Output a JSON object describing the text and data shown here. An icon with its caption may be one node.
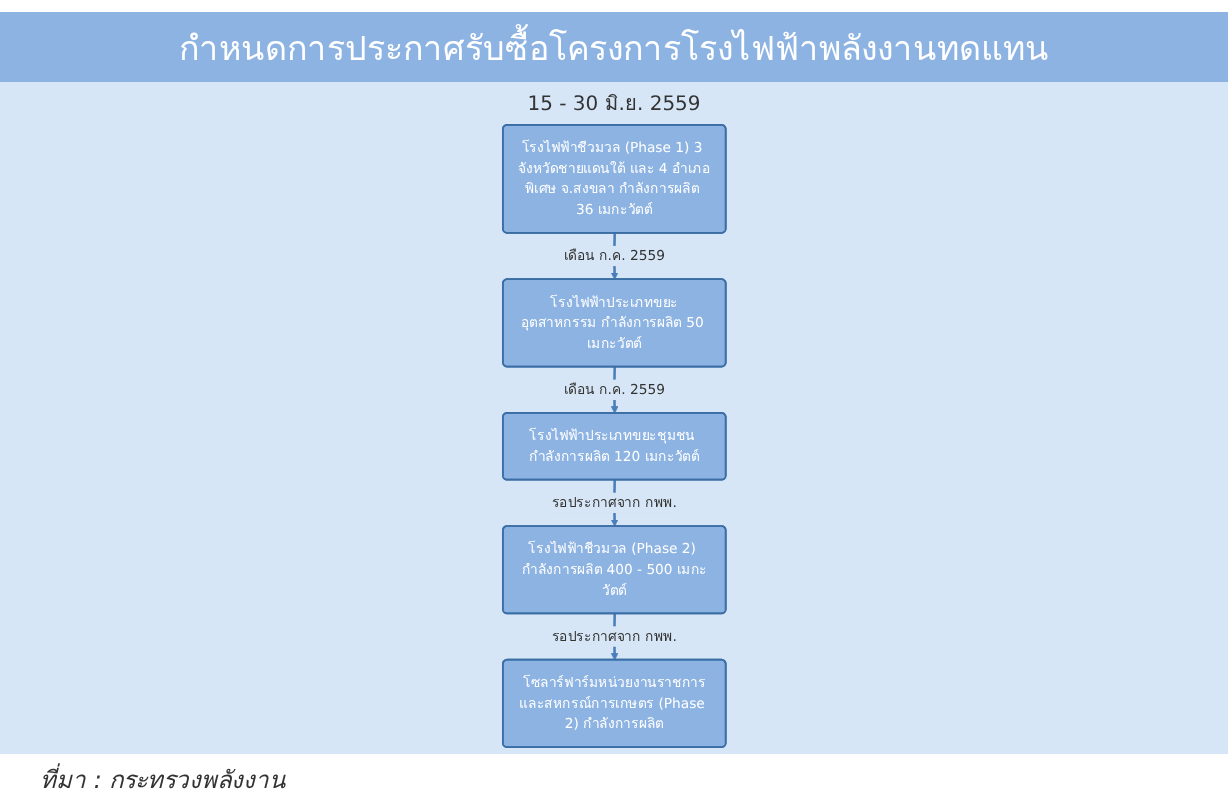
{
  "diagram": {
    "title": "กำหนดการประกาศรับซื้อโครงการโรงไฟฟ้าพลังงานทดแทน",
    "caption": "ที่มา : กระทรวงพลังงาน",
    "nodes": [
      {
        "text": [
          "โรงไฟฟ้าชีวมวล (Phase 1) 3 จังหวัดชายแดนใต้ และ 4 อำเภอพิเศษ จ.สงขลา กำลังการผลิต 36 เมกะวัตต์"
        ],
        "beside": [
          "15 - 30 มิ.ย. 2559"
        ]
      },
      {
        "text": [
          "โรงไฟฟ้าประเภทขยะอุตสาหกรรม กำลังการผลิต 50 เมกะวัตต์"
        ]
      },
      {
        "text": [
          "โรงไฟฟ้าประเภทขยะชุมชน กำลังการผลิต 120 เมกะวัตต์"
        ]
      },
      {
        "text": [
          "โรงไฟฟ้าชีวมวล (Phase 2) กำลังการผลิต 400 - 500 เมกะวัตต์"
        ]
      },
      {
        "text": [
          "โซลาร์ฟาร์มหน่วยงานราชการและสหกรณ์การเกษตร (Phase 2) กำลังการผลิต"
        ]
      }
    ],
    "edges": [
      {
        "from": 0,
        "to": 1,
        "arrow": "to",
        "label": "เดือน ก.ค. 2559"
      },
      {
        "from": 1,
        "to": 2,
        "arrow": "to",
        "label": "เดือน ก.ค. 2559"
      },
      {
        "from": 2,
        "to": 3,
        "arrow": "to",
        "label": "รอประกาศจาก กพพ."
      },
      {
        "from": 3,
        "to": 4,
        "arrow": "to",
        "label": "รอประกาศจาก กพพ."
      }
    ]
  }
}
